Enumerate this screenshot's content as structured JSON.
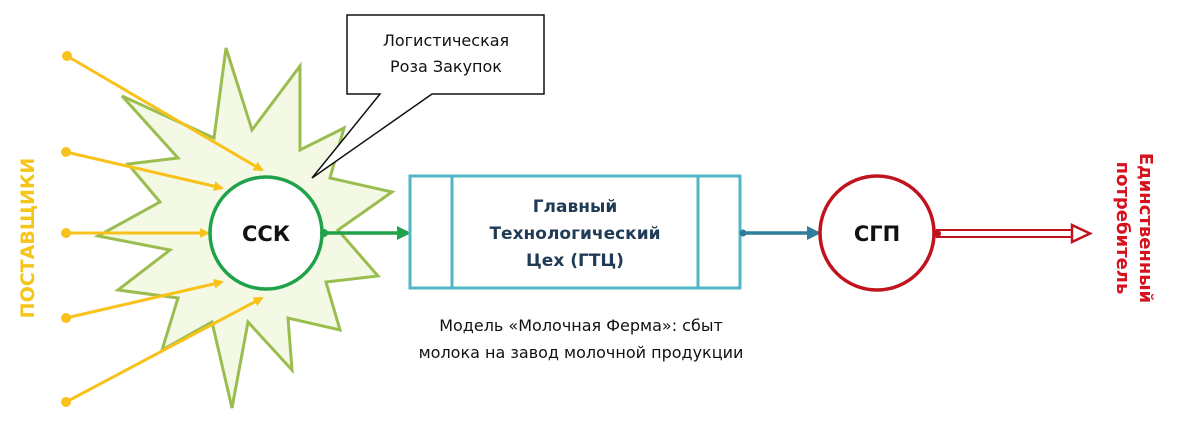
{
  "suppliers_label": "ПОСТАВЩИКИ",
  "ssk_label": "ССК",
  "callout": {
    "line1": "Логистическая",
    "line2": "Роза Закупок"
  },
  "gtc": {
    "line1": "Главный",
    "line2": "Технологический",
    "line3": "Цех (ГТЦ)"
  },
  "sgp_label": "СГП",
  "consumer": {
    "line1": "Единственный",
    "line2": "потребитель"
  },
  "caption": {
    "line1": "Модель «Молочная Ферма»: сбыт",
    "line2": "молока на завод молочной продукции"
  },
  "colors": {
    "supplier_arrows": "#f9c21b",
    "star_fill": "#f3f9e4",
    "star_stroke": "#9bbd4f",
    "ssk_circle": "#1fa24a",
    "gtc_box": "#52b6c8",
    "gtc_arrow": "#2f7d9a",
    "sgp_circle": "#c0131d",
    "consumer_arrow": "#c0131d"
  }
}
